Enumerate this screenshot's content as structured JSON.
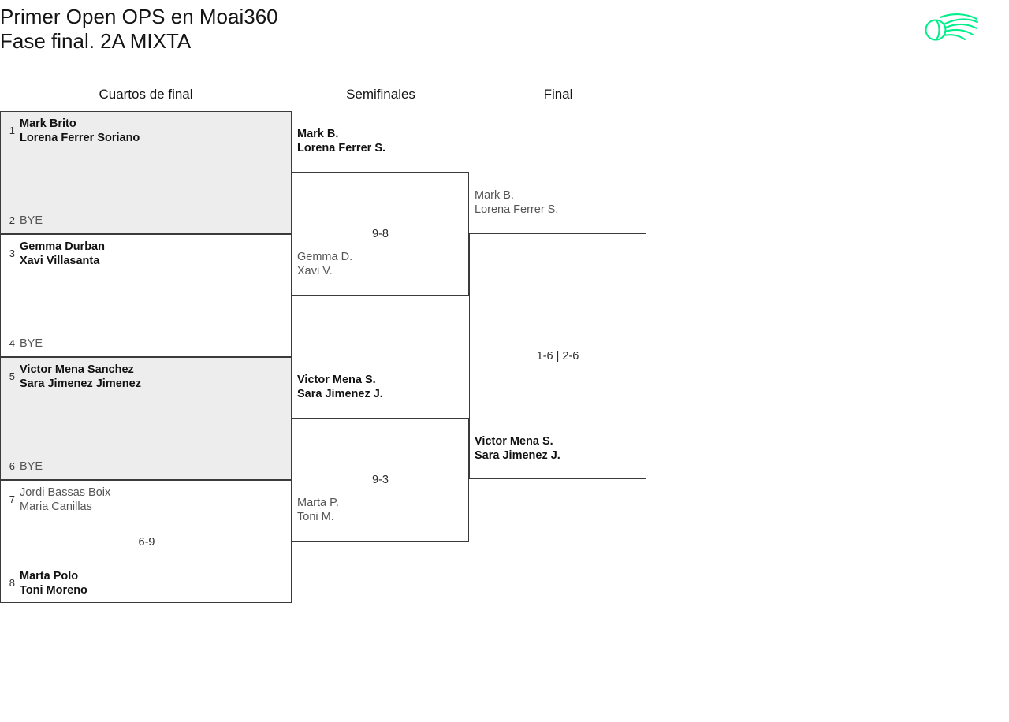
{
  "header": {
    "title_line1": "Primer Open OPS en Moai360",
    "title_line2": "Fase final. 2A MIXTA",
    "logo_name": "moai360-tennis-ball-logo",
    "logo_color": "#00EF8B"
  },
  "columns": {
    "quarterfinals": "Cuartos de final",
    "semifinals": "Semifinales",
    "final": "Final"
  },
  "bracket": {
    "quarterfinals": [
      {
        "shaded": true,
        "score": "",
        "top": {
          "seed": "1",
          "line1": "Mark Brito",
          "line2": "Lorena Ferrer Soriano",
          "result": "winner"
        },
        "bottom": {
          "seed": "2",
          "line1": "BYE",
          "line2": "",
          "result": "bye"
        }
      },
      {
        "shaded": false,
        "score": "",
        "top": {
          "seed": "3",
          "line1": "Gemma Durban",
          "line2": "Xavi Villasanta",
          "result": "winner"
        },
        "bottom": {
          "seed": "4",
          "line1": "BYE",
          "line2": "",
          "result": "bye"
        }
      },
      {
        "shaded": true,
        "score": "",
        "top": {
          "seed": "5",
          "line1": "Victor Mena Sanchez",
          "line2": "Sara Jimenez Jimenez",
          "result": "winner"
        },
        "bottom": {
          "seed": "6",
          "line1": "BYE",
          "line2": "",
          "result": "bye"
        }
      },
      {
        "shaded": false,
        "score": "6-9",
        "top": {
          "seed": "7",
          "line1": "Jordi Bassas Boix",
          "line2": "Maria Canillas",
          "result": "loser"
        },
        "bottom": {
          "seed": "8",
          "line1": "Marta Polo",
          "line2": "Toni Moreno",
          "result": "winner"
        }
      }
    ],
    "semifinals": [
      {
        "score": "9-8",
        "top": {
          "line1": "Mark B.",
          "line2": "Lorena Ferrer S.",
          "result": "winner"
        },
        "bottom": {
          "line1": "Gemma D.",
          "line2": "Xavi V.",
          "result": "loser"
        }
      },
      {
        "score": "9-3",
        "top": {
          "line1": "Victor Mena S.",
          "line2": "Sara Jimenez J.",
          "result": "winner"
        },
        "bottom": {
          "line1": "Marta P.",
          "line2": "Toni M.",
          "result": "loser"
        }
      }
    ],
    "final": {
      "score": "1-6 | 2-6",
      "top": {
        "line1": "Mark B.",
        "line2": "Lorena Ferrer S.",
        "result": "loser"
      },
      "bottom": {
        "line1": "Victor Mena S.",
        "line2": "Sara Jimenez J.",
        "result": "winner"
      }
    }
  }
}
